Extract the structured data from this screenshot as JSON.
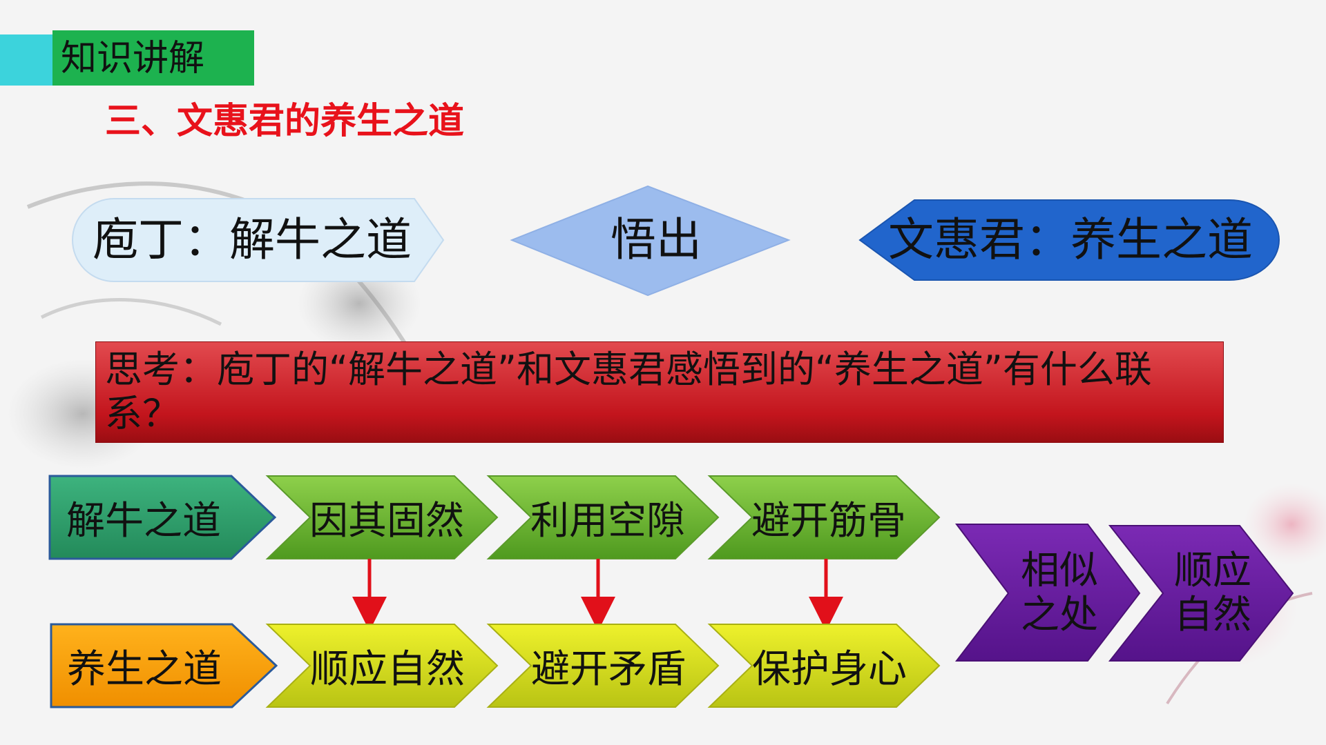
{
  "header": {
    "tag_label": "知识讲解",
    "subtitle": "三、文惠君的养生之道"
  },
  "top_row": {
    "left_label": "庖丁：解牛之道",
    "center_label": "悟出",
    "right_label": "文惠君：养生之道"
  },
  "question": {
    "text": "思考：庖丁的“解牛之道”和文惠君感悟到的“养生之道”有什么联系？"
  },
  "row1": {
    "head": "解牛之道",
    "items": [
      "因其固然",
      "利用空隙",
      "避开筋骨"
    ]
  },
  "row2": {
    "head": "养生之道",
    "items": [
      "顺应自然",
      "避开矛盾",
      "保护身心"
    ]
  },
  "conclusion": {
    "similar": "相似之处",
    "result": "顺应自然"
  },
  "colors": {
    "tag_green": "#1db24f",
    "tag_cyan": "#3cd3dc",
    "subtitle_red": "#e8121b",
    "left_shape": "#deeef9",
    "diamond": "#9cbcee",
    "right_shape": "#2165cc",
    "question_red": "#c3151d",
    "row1_head": "#2f9f6f",
    "row1_items": "#6ab42b",
    "row2_head": "#f7a10e",
    "row2_items": "#d7e01b",
    "arrow_red": "#e1101a",
    "purple": "#6a1ea1"
  }
}
